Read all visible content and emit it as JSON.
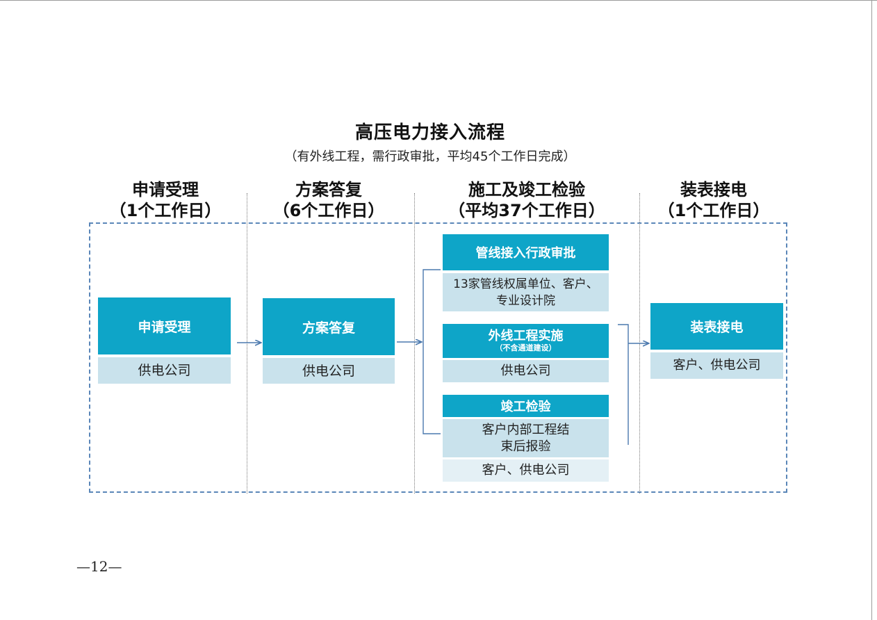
{
  "title": "高压电力接入流程",
  "subtitle": "（有外线工程，需行政审批，平均45个工作日完成）",
  "stages": [
    {
      "name": "申请受理",
      "duration": "（1个工作日）"
    },
    {
      "name": "方案答复",
      "duration": "（6个工作日）"
    },
    {
      "name": "施工及竣工检验",
      "duration": "（平均37个工作日）"
    },
    {
      "name": "装表接电",
      "duration": "（1个工作日）"
    }
  ],
  "boxes": {
    "apply": {
      "title": "申请受理",
      "party": "供电公司"
    },
    "plan": {
      "title": "方案答复",
      "party": "供电公司"
    },
    "admin_approval": {
      "title": "管线接入行政审批",
      "detail": "13家管线权属单位、客户、专业设计院"
    },
    "external_works": {
      "title": "外线工程实施",
      "note": "（不含通道建设）",
      "party": "供电公司"
    },
    "inspection": {
      "title": "竣工检验",
      "detail": "客户内部工程结束后报验",
      "party": "客户、供电公司"
    },
    "meter": {
      "title": "装表接电",
      "party": "客户、供电公司"
    }
  },
  "page_number": "—12—",
  "colors": {
    "header": "#0ea5c8",
    "body": "#c9e2ec",
    "body_light": "#e4f0f5",
    "arrow": "#4a78ad",
    "dashed_border": "#5a86b8"
  }
}
